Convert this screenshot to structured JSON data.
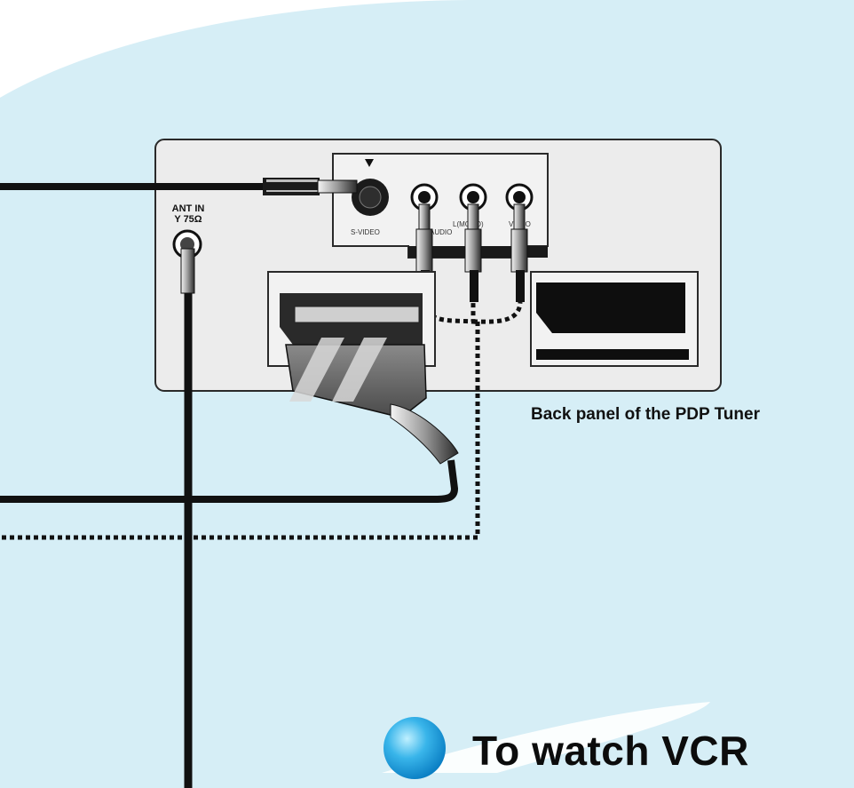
{
  "diagram": {
    "caption": "Back panel of the PDP Tuner",
    "title": "To watch VCR",
    "ant_label_line1": "ANT IN",
    "ant_label_line2": "75Ω",
    "svideo_label": "S-VIDEO",
    "audio_label": "AUDIO",
    "l_mono_label": "L(MONO)",
    "video_label": "VIDEO",
    "colors": {
      "background_blob": "#d6eef6",
      "panel_fill": "#ececec",
      "panel_stroke": "#2a2a2a",
      "cable": "#111111",
      "bullet": "#1a9ad9"
    }
  }
}
